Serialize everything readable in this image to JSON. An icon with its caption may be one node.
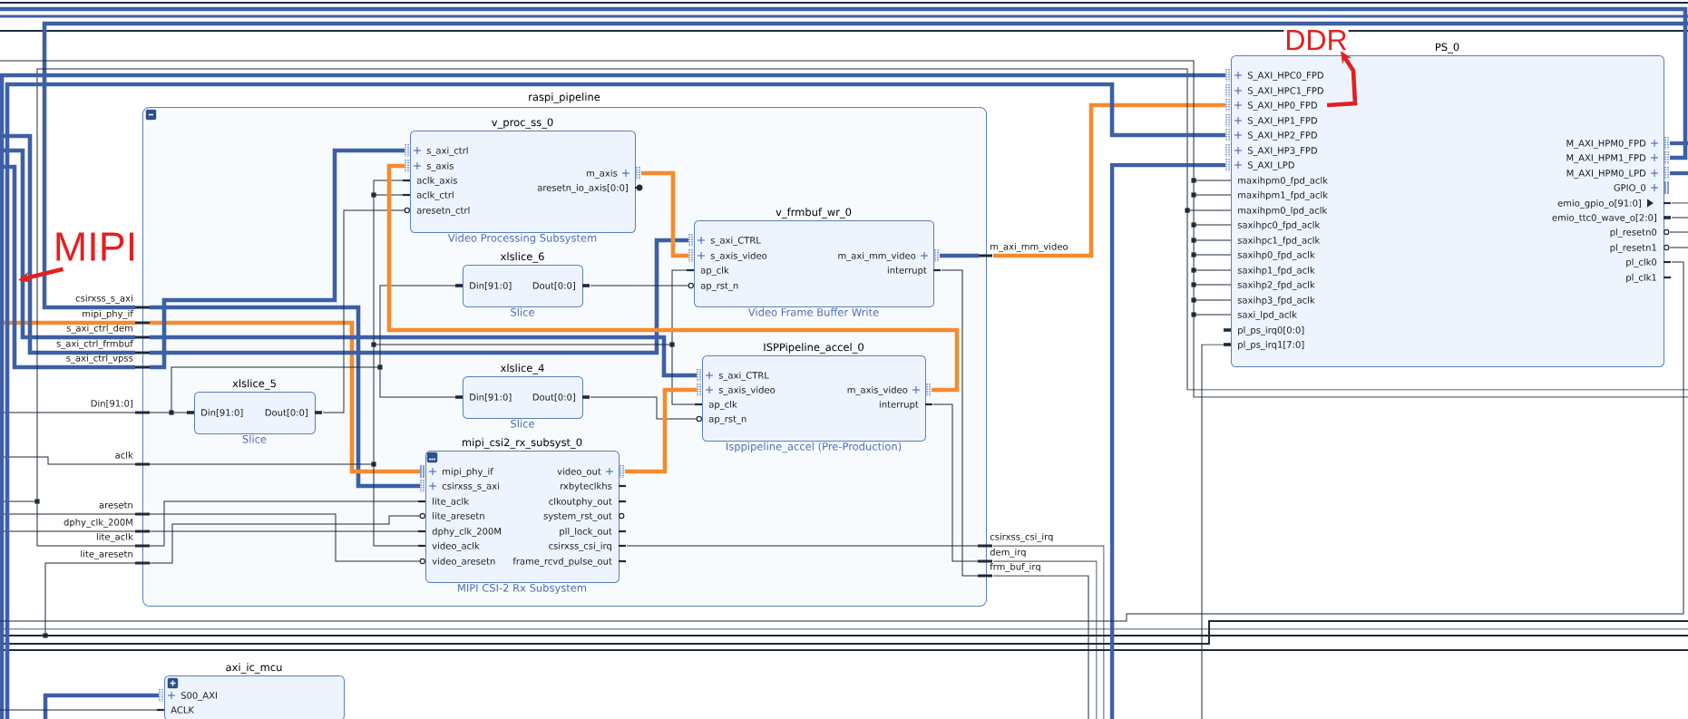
{
  "diagram": {
    "nodes": [
      {
        "text": [
          "raspi_pipeline"
        ],
        "beside": [
          "csirxss_s_axi",
          "mipi_phy_if",
          "s_axi_ctrl_dem",
          "s_axi_ctrl_frmbuf",
          "s_axi_ctrl_vpss",
          "Din[91:0]",
          "aclk",
          "aresetn",
          "dphy_clk_200M",
          "lite_aclk",
          "lite_aresetn",
          "m_axi_mm_video",
          "csirxss_csi_irq",
          "dem_irq",
          "frm_buf_irq"
        ]
      },
      {
        "text": [
          "v_proc_ss_0",
          "s_axi_ctrl",
          "s_axis",
          "aclk_axis",
          "aclk_ctrl",
          "aresetn_ctrl",
          "m_axis",
          "aresetn_io_axis[0:0]"
        ],
        "beside": [
          "Video Processing Subsystem"
        ],
        "in": 0
      },
      {
        "text": [
          "v_frmbuf_wr_0",
          "s_axi_CTRL",
          "s_axis_video",
          "ap_clk",
          "ap_rst_n",
          "m_axi_mm_video",
          "interrupt"
        ],
        "beside": [
          "Video Frame Buffer Write"
        ],
        "in": 0
      },
      {
        "text": [
          "xlslice_6",
          "Din[91:0]",
          "Dout[0:0]"
        ],
        "beside": [
          "Slice"
        ],
        "in": 0
      },
      {
        "text": [
          "xlslice_5",
          "Din[91:0]",
          "Dout[0:0]"
        ],
        "beside": [
          "Slice"
        ],
        "in": 0
      },
      {
        "text": [
          "xlslice_4",
          "Din[91:0]",
          "Dout[0:0]"
        ],
        "beside": [
          "Slice"
        ],
        "in": 0
      },
      {
        "text": [
          "ISPPipeline_accel_0",
          "s_axi_CTRL",
          "s_axis_video",
          "ap_clk",
          "ap_rst_n",
          "m_axis_video",
          "interrupt"
        ],
        "beside": [
          "Isppipeline_accel (Pre-Production)"
        ],
        "in": 0
      },
      {
        "text": [
          "mipi_csi2_rx_subsyst_0",
          "mipi_phy_if",
          "csirxss_s_axi",
          "lite_aclk",
          "lite_aresetn",
          "dphy_clk_200M",
          "video_aclk",
          "video_aresetn",
          "video_out",
          "rxbyteclkhs",
          "clkoutphy_out",
          "system_rst_out",
          "pll_lock_out",
          "csirxss_csi_irq",
          "frame_rcvd_pulse_out"
        ],
        "beside": [
          "MIPI CSI-2 Rx Subsystem"
        ],
        "in": 0
      },
      {
        "text": [
          "PS_0",
          "S_AXI_HPC0_FPD",
          "S_AXI_HPC1_FPD",
          "S_AXI_HP0_FPD",
          "S_AXI_HP1_FPD",
          "S_AXI_HP2_FPD",
          "S_AXI_HP3_FPD",
          "S_AXI_LPD",
          "maxihpm0_fpd_aclk",
          "maxihpm1_fpd_aclk",
          "maxihpm0_lpd_aclk",
          "saxihpc0_fpd_aclk",
          "saxihpc1_fpd_aclk",
          "saxihp0_fpd_aclk",
          "saxihp1_fpd_aclk",
          "saxihp2_fpd_aclk",
          "saxihp3_fpd_aclk",
          "saxi_lpd_aclk",
          "pl_ps_irq0[0:0]",
          "pl_ps_irq1[7:0]",
          "M_AXI_HPM0_FPD",
          "M_AXI_HPM1_FPD",
          "M_AXI_HPM0_LPD",
          "GPIO_0",
          "emio_gpio_o[91:0]",
          "emio_ttc0_wave_o[2:0]",
          "pl_resetn0",
          "pl_resetn1",
          "pl_clk0",
          "pl_clk1"
        ]
      },
      {
        "text": [
          "axi_ic_mcu",
          "S00_AXI",
          "ACLK"
        ]
      },
      {
        "text": [
          "DDR"
        ]
      },
      {
        "text": [
          "MIPI"
        ]
      }
    ],
    "edges": [
      {
        "from": 0,
        "to": 7,
        "arrow": "none",
        "style": "thick",
        "color": "#3d5fa6"
      },
      {
        "from": 0,
        "to": 7,
        "arrow": "none",
        "style": "thick",
        "color": "#f58a2e"
      },
      {
        "from": 0,
        "to": 6,
        "arrow": "none",
        "style": "thick",
        "color": "#3d5fa6"
      },
      {
        "from": 0,
        "to": 2,
        "arrow": "none",
        "style": "thick",
        "color": "#3d5fa6"
      },
      {
        "from": 0,
        "to": 1,
        "arrow": "none",
        "style": "thick",
        "color": "#3d5fa6"
      },
      {
        "from": 0,
        "to": 4,
        "arrow": "none"
      },
      {
        "from": 0,
        "to": 3,
        "arrow": "none"
      },
      {
        "from": 0,
        "to": 5,
        "arrow": "none"
      },
      {
        "from": 4,
        "to": 1,
        "arrow": "none"
      },
      {
        "from": 3,
        "to": 2,
        "arrow": "none"
      },
      {
        "from": 5,
        "to": 6,
        "arrow": "none"
      },
      {
        "from": 0,
        "to": 1,
        "arrow": "none"
      },
      {
        "from": 0,
        "to": 2,
        "arrow": "none"
      },
      {
        "from": 0,
        "to": 6,
        "arrow": "none"
      },
      {
        "from": 0,
        "to": 7,
        "arrow": "none"
      },
      {
        "from": 0,
        "to": 7,
        "arrow": "none"
      },
      {
        "from": 0,
        "to": 7,
        "arrow": "none"
      },
      {
        "from": 0,
        "to": 7,
        "arrow": "none"
      },
      {
        "from": 0,
        "to": 7,
        "arrow": "none"
      },
      {
        "from": 1,
        "to": 2,
        "arrow": "none",
        "style": "thick",
        "color": "#f58a2e"
      },
      {
        "from": 2,
        "to": 0,
        "arrow": "none",
        "style": "thick",
        "color": "#3d5fa6"
      },
      {
        "from": 2,
        "to": 0,
        "arrow": "none"
      },
      {
        "from": 6,
        "to": 1,
        "arrow": "none",
        "style": "thick",
        "color": "#f58a2e"
      },
      {
        "from": 7,
        "to": 6,
        "arrow": "none",
        "style": "thick",
        "color": "#f58a2e"
      },
      {
        "from": 6,
        "to": 0,
        "arrow": "none"
      },
      {
        "from": 7,
        "to": 0,
        "arrow": "none"
      },
      {
        "from": 0,
        "to": 8,
        "arrow": "none",
        "style": "thick",
        "color": "#f58a2e"
      },
      {
        "from": 0,
        "to": null,
        "arrow": "none"
      },
      {
        "from": 0,
        "to": null,
        "arrow": "none"
      },
      {
        "from": 0,
        "to": null,
        "arrow": "none"
      },
      {
        "from": null,
        "to": 0,
        "arrow": "none",
        "style": "thick",
        "color": "#3d5fa6"
      },
      {
        "from": null,
        "to": 0,
        "arrow": "none",
        "style": "thick",
        "color": "#f58a2e"
      },
      {
        "from": null,
        "to": 0,
        "arrow": "none",
        "style": "thick",
        "color": "#3d5fa6"
      },
      {
        "from": null,
        "to": 0,
        "arrow": "none",
        "style": "thick",
        "color": "#3d5fa6"
      },
      {
        "from": null,
        "to": 0,
        "arrow": "none",
        "style": "thick",
        "color": "#3d5fa6"
      },
      {
        "from": null,
        "to": 0,
        "arrow": "none"
      },
      {
        "from": null,
        "to": 0,
        "arrow": "none"
      },
      {
        "from": null,
        "to": 0,
        "arrow": "none"
      },
      {
        "from": null,
        "to": 0,
        "arrow": "none"
      },
      {
        "from": 0,
        "to": 8,
        "arrow": "none"
      },
      {
        "from": null,
        "to": 0,
        "arrow": "other"
      },
      {
        "from": null,
        "to": 8,
        "arrow": "none",
        "style": "thick",
        "color": "#3d5fa6"
      },
      {
        "from": null,
        "to": 8,
        "arrow": "none",
        "style": "thick",
        "color": "#3d5fa6"
      },
      {
        "from": null,
        "to": 8,
        "arrow": "none",
        "style": "thick",
        "color": "#3d5fa6"
      },
      {
        "from": null,
        "to": 8,
        "arrow": "none"
      },
      {
        "from": null,
        "to": 8,
        "arrow": "none"
      },
      {
        "from": 8,
        "to": null,
        "arrow": "none",
        "style": "thick",
        "color": "#3d5fa6"
      },
      {
        "from": 8,
        "to": null,
        "arrow": "none",
        "style": "thick",
        "color": "#3d5fa6"
      },
      {
        "from": 8,
        "to": null,
        "arrow": "none",
        "style": "thick",
        "color": "#3d5fa6"
      },
      {
        "from": 8,
        "to": null,
        "arrow": "none"
      },
      {
        "from": 8,
        "to": null,
        "arrow": "none"
      },
      {
        "from": 8,
        "to": null,
        "arrow": "none"
      },
      {
        "from": 8,
        "to": null,
        "arrow": "none"
      },
      {
        "from": 8,
        "to": null,
        "arrow": "none"
      },
      {
        "from": null,
        "to": 9,
        "arrow": "none",
        "style": "thick",
        "color": "#3d5fa6"
      },
      {
        "from": null,
        "to": 9,
        "arrow": "none"
      },
      {
        "from": 8,
        "to": 10,
        "arrow": "to",
        "style": "thick",
        "color": "#e32020"
      },
      {
        "from": 11,
        "to": null,
        "arrow": "to",
        "style": "thick",
        "color": "#e32020"
      }
    ]
  }
}
